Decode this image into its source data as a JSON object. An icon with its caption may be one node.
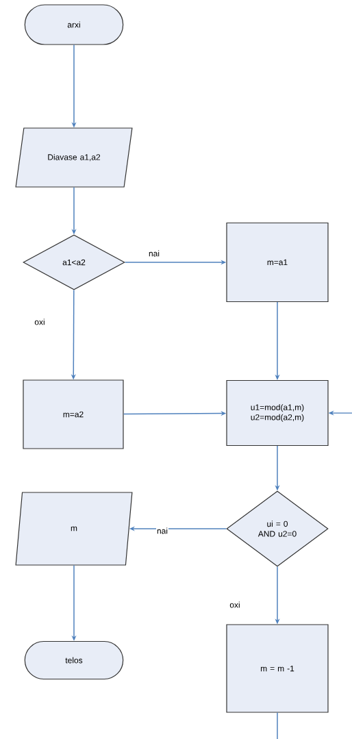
{
  "diagram": {
    "nodes": [
      {
        "text": [
          "arxi"
        ]
      },
      {
        "text": [
          "Diavase a1,a2"
        ]
      },
      {
        "text": [
          "a1<a2"
        ]
      },
      {
        "text": [
          "m=a1"
        ]
      },
      {
        "text": [
          "m=a2"
        ]
      },
      {
        "text": [
          "u1=mod(a1,m) u2=mod(a2,m)"
        ]
      },
      {
        "text": [
          "ui = 0 AND u2=0"
        ]
      },
      {
        "text": [
          "m"
        ]
      },
      {
        "text": [
          "telos"
        ]
      },
      {
        "text": [
          "m = m -1"
        ]
      }
    ],
    "edges": [
      {
        "from": 0,
        "to": 1,
        "arrow": "to"
      },
      {
        "from": 1,
        "to": 2,
        "arrow": "to"
      },
      {
        "from": 2,
        "to": 3,
        "arrow": "to",
        "label": "nai"
      },
      {
        "from": 2,
        "to": 4,
        "arrow": "to",
        "label": "oxi"
      },
      {
        "from": 3,
        "to": 5,
        "arrow": "to"
      },
      {
        "from": 4,
        "to": 5,
        "arrow": "to"
      },
      {
        "from": 5,
        "to": 6,
        "arrow": "to"
      },
      {
        "from": 6,
        "to": 7,
        "arrow": "to",
        "label": "nai"
      },
      {
        "from": 7,
        "to": 8,
        "arrow": "to"
      },
      {
        "from": 6,
        "to": 9,
        "arrow": "to",
        "label": "oxi"
      },
      {
        "from": 9,
        "to": null,
        "arrow": "none"
      },
      {
        "from": null,
        "to": 5,
        "arrow": "to"
      }
    ]
  }
}
